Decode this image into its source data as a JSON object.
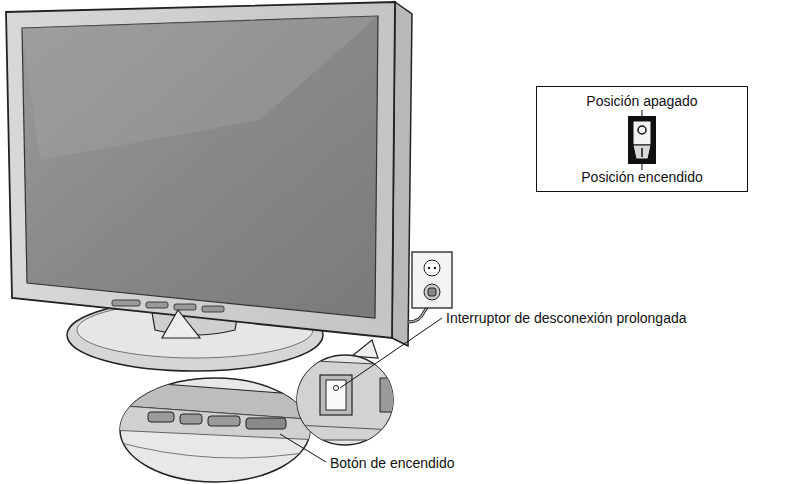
{
  "diagram": {
    "nodes": [
      {
        "text": [
          "Posición apagado",
          "Posición encendido"
        ]
      }
    ],
    "labels": [
      "Interruptor de desconexión prolongada",
      "Botón de encendido"
    ]
  }
}
